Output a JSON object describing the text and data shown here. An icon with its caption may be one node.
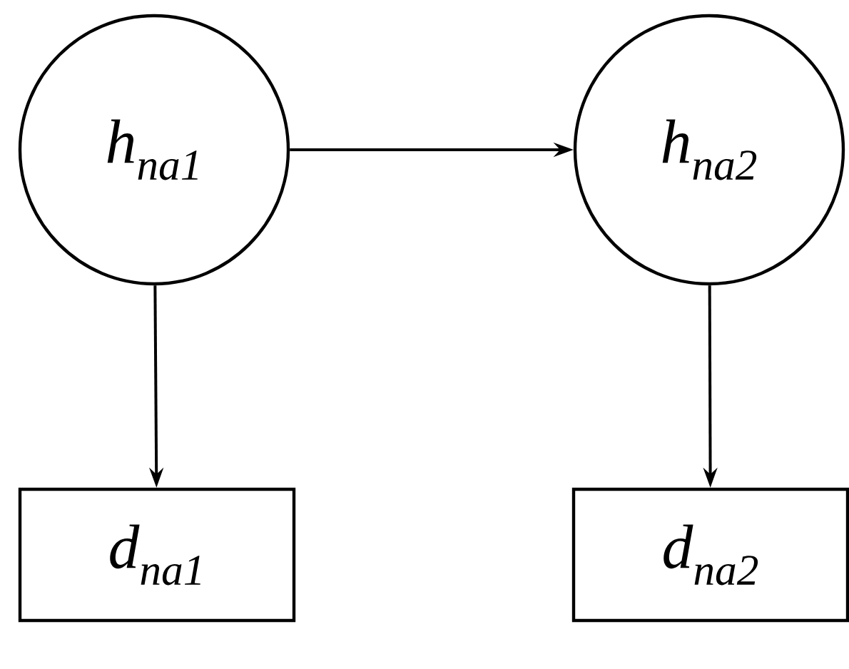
{
  "diagram": {
    "nodes": [
      {
        "text": [
          "h$_{na1}$"
        ]
      },
      {
        "text": [
          "h$_{na2}$"
        ]
      },
      {
        "text": [
          "d$_{na1}$"
        ]
      },
      {
        "text": [
          "d$_{na2}$"
        ]
      }
    ],
    "edges": [
      {
        "from": 0,
        "to": 1,
        "arrow": "to"
      },
      {
        "from": 0,
        "to": 2,
        "arrow": "to"
      },
      {
        "from": 1,
        "to": 3,
        "arrow": "to"
      }
    ]
  }
}
